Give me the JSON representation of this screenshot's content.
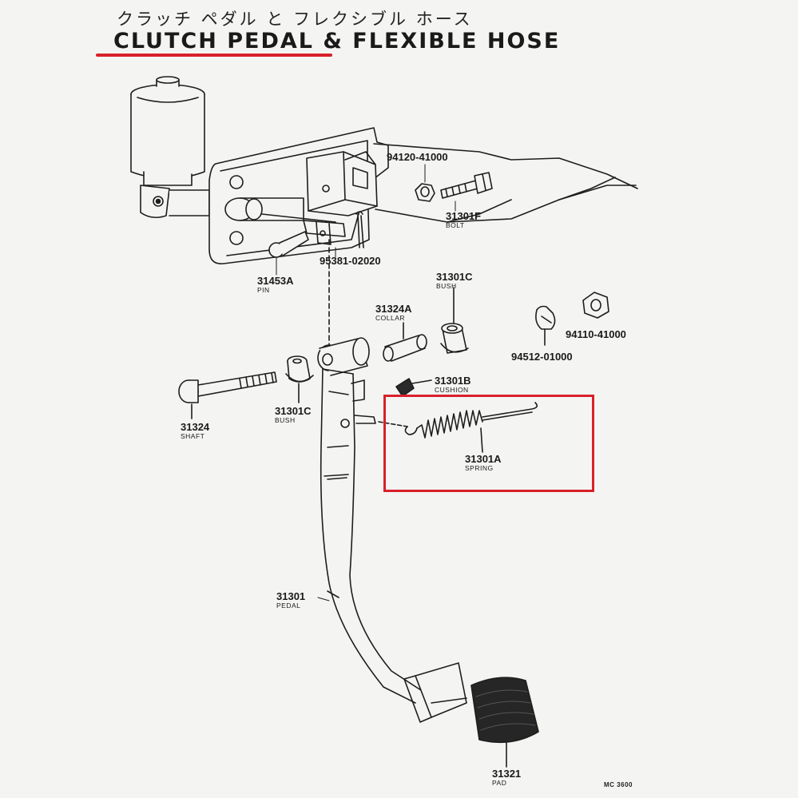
{
  "title": {
    "japanese": "クラッチ ペダル と フレクシブル ホース",
    "english": "CLUTCH PEDAL & FLEXIBLE HOSE"
  },
  "highlight_color": "#d8202a",
  "parts": [
    {
      "id": "p94120",
      "number": "94120-41000",
      "name": ""
    },
    {
      "id": "p31301f",
      "number": "31301F",
      "name": "BOLT"
    },
    {
      "id": "p95381",
      "number": "95381-02020",
      "name": ""
    },
    {
      "id": "p31453a",
      "number": "31453A",
      "name": "PIN"
    },
    {
      "id": "p31301c_top",
      "number": "31301C",
      "name": "BUSH"
    },
    {
      "id": "p31324a",
      "number": "31324A",
      "name": "COLLAR"
    },
    {
      "id": "p94110",
      "number": "94110-41000",
      "name": ""
    },
    {
      "id": "p94512",
      "number": "94512-01000",
      "name": ""
    },
    {
      "id": "p31301b",
      "number": "31301B",
      "name": "CUSHION"
    },
    {
      "id": "p31324",
      "number": "31324",
      "name": "SHAFT"
    },
    {
      "id": "p31301c_left",
      "number": "31301C",
      "name": "BUSH"
    },
    {
      "id": "p31301a",
      "number": "31301A",
      "name": "SPRING"
    },
    {
      "id": "p31301",
      "number": "31301",
      "name": "PEDAL"
    },
    {
      "id": "p31321",
      "number": "31321",
      "name": "PAD"
    }
  ],
  "drawing_code": "MC 3600"
}
